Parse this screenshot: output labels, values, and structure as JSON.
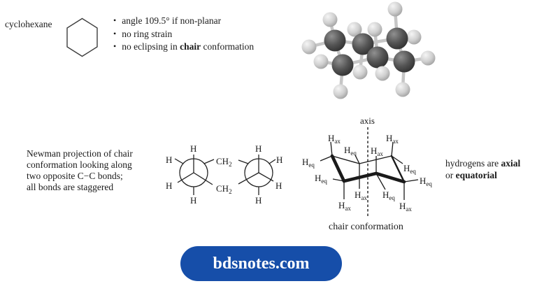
{
  "cyclohexane": {
    "term": "cyclohexane"
  },
  "bullets": [
    {
      "pre": "angle 109.5° if non-planar",
      "bold": "",
      "post": ""
    },
    {
      "pre": "no ring strain",
      "bold": "",
      "post": ""
    },
    {
      "pre": "no eclipsing in ",
      "bold": "chair",
      "post": " conformation"
    }
  ],
  "newman": {
    "lines": [
      "Newman projection of chair",
      "conformation looking along",
      "two opposite C−C bonds;",
      "all bonds are staggered"
    ]
  },
  "chair": {
    "axis_label": "axis",
    "caption": "chair conformation"
  },
  "note": {
    "line1_pre": "hydrogens are ",
    "line1_bold": "axial",
    "line2_pre": "or ",
    "line2_bold": "equatorial"
  },
  "symbols": {
    "bullet": "•",
    "h": "H",
    "sub_ax": "ax",
    "sub_eq": "eq",
    "ch": "CH",
    "sub_2": "2"
  },
  "molecule3d": {
    "carbon_color": "#4a4a4a",
    "hydrogen_color": "#cccccc",
    "bond_color": "#c6c6c6"
  },
  "badge": {
    "label": "bdsnotes.com",
    "bg_color": "#164ea9",
    "text_color": "#ffffff"
  }
}
